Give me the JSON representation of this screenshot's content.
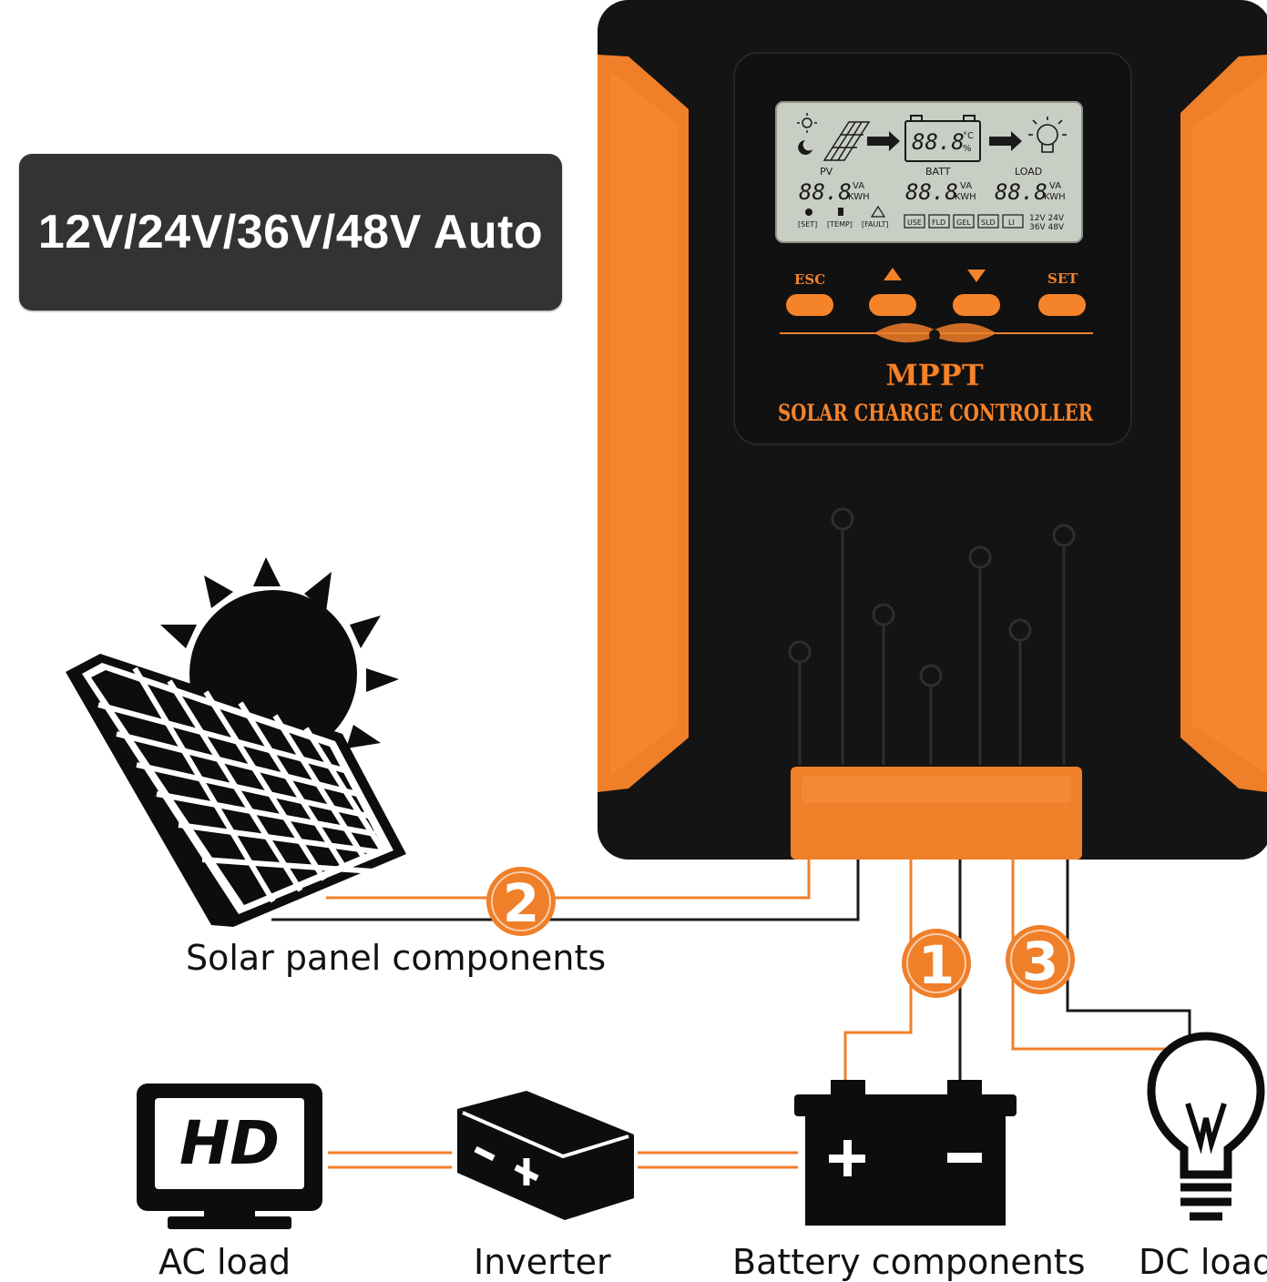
{
  "badge": {
    "text": "12V/24V/36V/48V Auto"
  },
  "device": {
    "lcd": {
      "temp": "88.8",
      "temp_units": [
        "°C",
        "%"
      ],
      "pv": {
        "label": "PV",
        "value": "88.8",
        "unit_top": "VA",
        "unit_bottom": "KWH"
      },
      "batt": {
        "label": "BATT",
        "value": "88.8",
        "unit_top": "VA",
        "unit_bottom": "KWH"
      },
      "load": {
        "label": "LOAD",
        "value": "88.8",
        "unit_top": "VA",
        "unit_bottom": "KWH"
      },
      "status": [
        "[SET]",
        "[TEMP]",
        "[FAULT]"
      ],
      "battery_types": [
        "USE",
        "FLD",
        "GEL",
        "SLD",
        "LI"
      ],
      "voltages": [
        "12V 24V",
        "36V 48V"
      ]
    },
    "buttons": {
      "esc": "ESC",
      "set": "SET"
    },
    "brand": "MPPT",
    "subtitle": "SOLAR CHARGE CONTROLLER"
  },
  "steps": {
    "one": "1",
    "two": "2",
    "three": "3"
  },
  "labels": {
    "solar": "Solar panel components",
    "ac_load": "AC load",
    "inverter": "Inverter",
    "battery": "Battery components",
    "dc_load": "DC load"
  },
  "tv_text": "HD",
  "colors": {
    "accent": "#f5832a",
    "housing": "#141414",
    "lcd": "#c9cec4",
    "badge": "#333333"
  }
}
